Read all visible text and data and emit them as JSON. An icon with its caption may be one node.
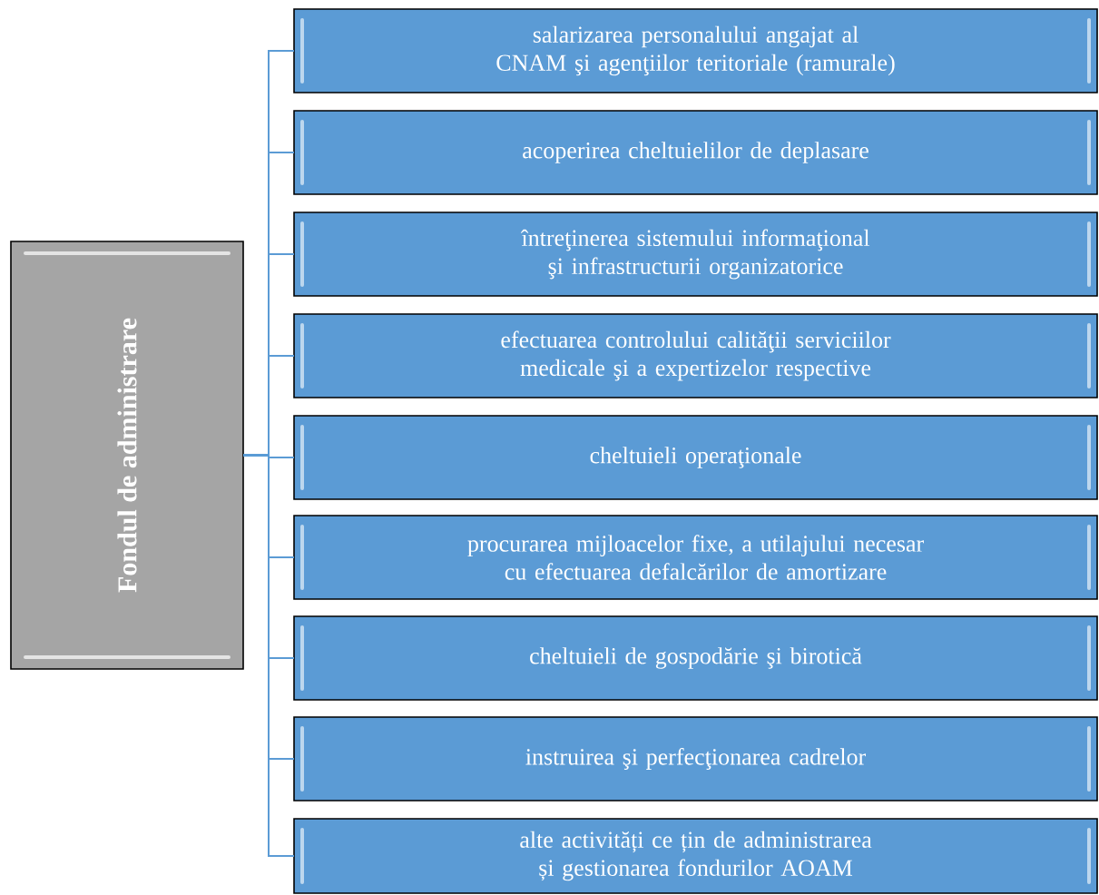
{
  "diagram": {
    "nodes": [
      {
        "text": [
          "Fondul de administrare"
        ]
      },
      {
        "text": [
          "salarizarea personalului angajat al CNAM şi agenţiilor teritoriale (ramurale)"
        ]
      },
      {
        "text": [
          "acoperirea cheltuielilor de deplasare"
        ]
      },
      {
        "text": [
          "întreţinerea sistemului informaţional şi infrastructurii organizatorice"
        ]
      },
      {
        "text": [
          "efectuarea controlului calităţii serviciilor medicale şi a expertizelor respective"
        ]
      },
      {
        "text": [
          "cheltuieli operaţionale"
        ]
      },
      {
        "text": [
          "procurarea mijloacelor fixe, a utilajului necesar cu efectuarea defalcărilor de amortizare"
        ]
      },
      {
        "text": [
          "cheltuieli de gospodărie şi birotică"
        ]
      },
      {
        "text": [
          "instruirea şi perfecţionarea cadrelor"
        ]
      },
      {
        "text": [
          "alte activități ce țin de administrarea și gestionarea fondurilor AOAM"
        ]
      }
    ],
    "edges": [
      {
        "from": 0,
        "to": 1,
        "arrow": "none"
      },
      {
        "from": 0,
        "to": 2,
        "arrow": "none"
      },
      {
        "from": 0,
        "to": 3,
        "arrow": "none"
      },
      {
        "from": 0,
        "to": 4,
        "arrow": "none"
      },
      {
        "from": 0,
        "to": 5,
        "arrow": "none"
      },
      {
        "from": 0,
        "to": 6,
        "arrow": "none"
      },
      {
        "from": 0,
        "to": 7,
        "arrow": "none"
      },
      {
        "from": 0,
        "to": 8,
        "arrow": "none"
      },
      {
        "from": 0,
        "to": 9,
        "arrow": "none"
      }
    ]
  }
}
